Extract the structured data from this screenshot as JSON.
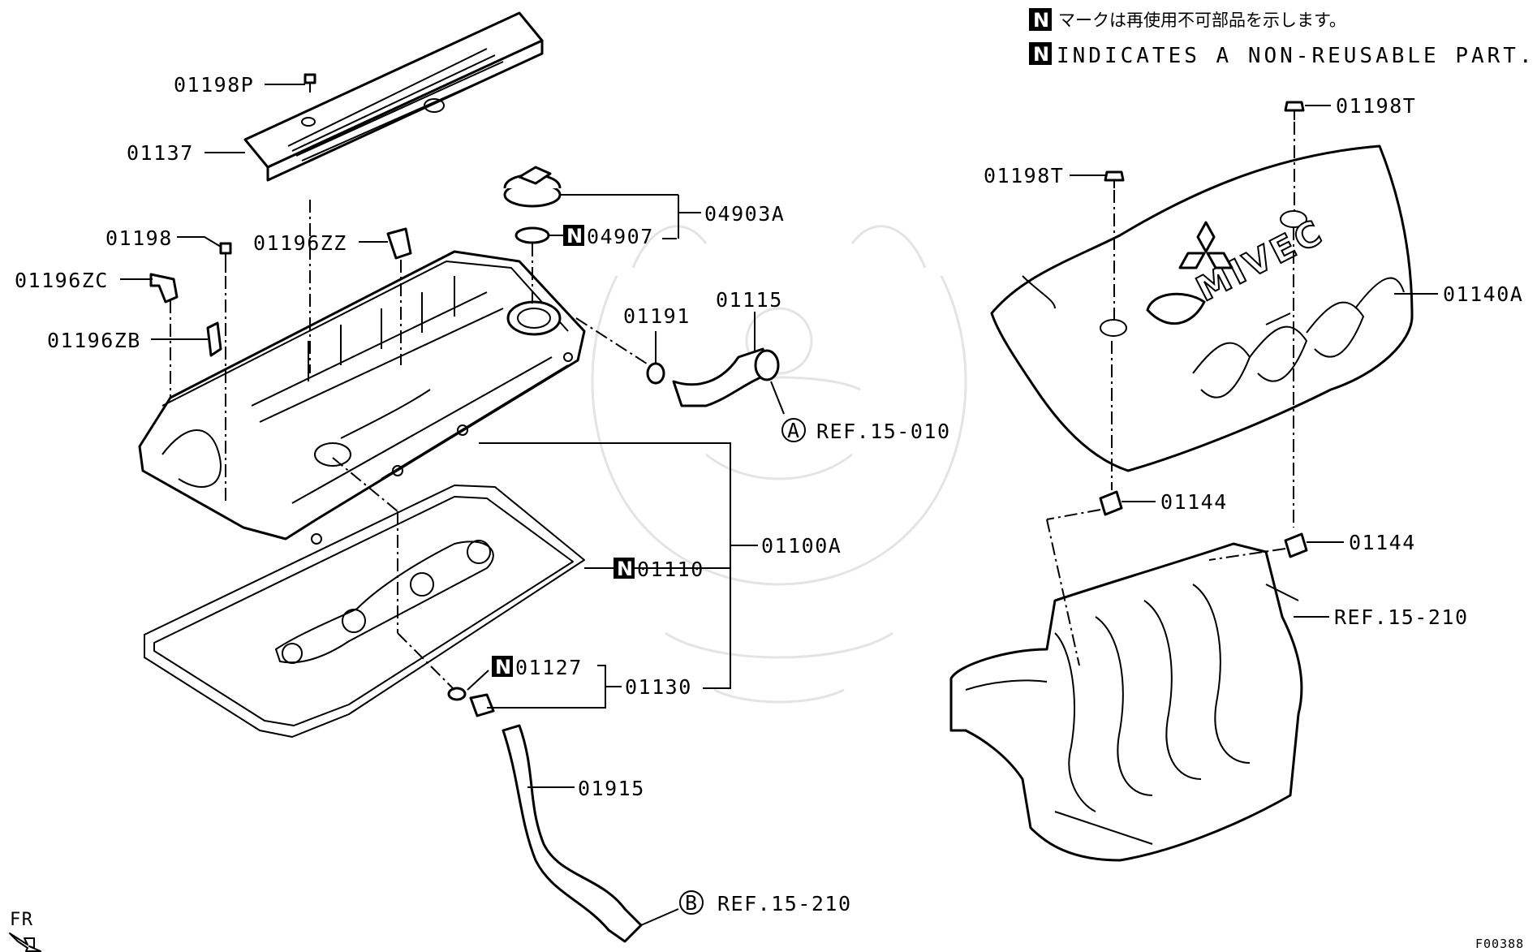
{
  "legend": {
    "marker": "N",
    "japanese": "マークは再使用不可部品を示します。",
    "english": "INDICATES A NON-REUSABLE PART."
  },
  "labels": {
    "p01198P": "01198P",
    "p01137": "01137",
    "p01198": "01198",
    "p01196ZZ": "01196ZZ",
    "p01196ZC": "01196ZC",
    "p01196ZB": "01196ZB",
    "p04903A": "04903A",
    "p04907": "04907",
    "p01191": "01191",
    "p01115": "01115",
    "refA": "REF.15-010",
    "p01100A": "01100A",
    "p01110": "01110",
    "p01127": "01127",
    "p01130": "01130",
    "p01915": "01915",
    "refB": "REF.15-210",
    "p01198T_top": "01198T",
    "p01198T_left": "01198T",
    "p01140A": "01140A",
    "p01144_left": "01144",
    "p01144_right": "01144",
    "ref15210_right": "REF.15-210"
  },
  "callouts": {
    "A": "A",
    "B": "B"
  },
  "emblem": {
    "brand": "MIVEC"
  },
  "direction": "FR",
  "figure_code": "F00388"
}
